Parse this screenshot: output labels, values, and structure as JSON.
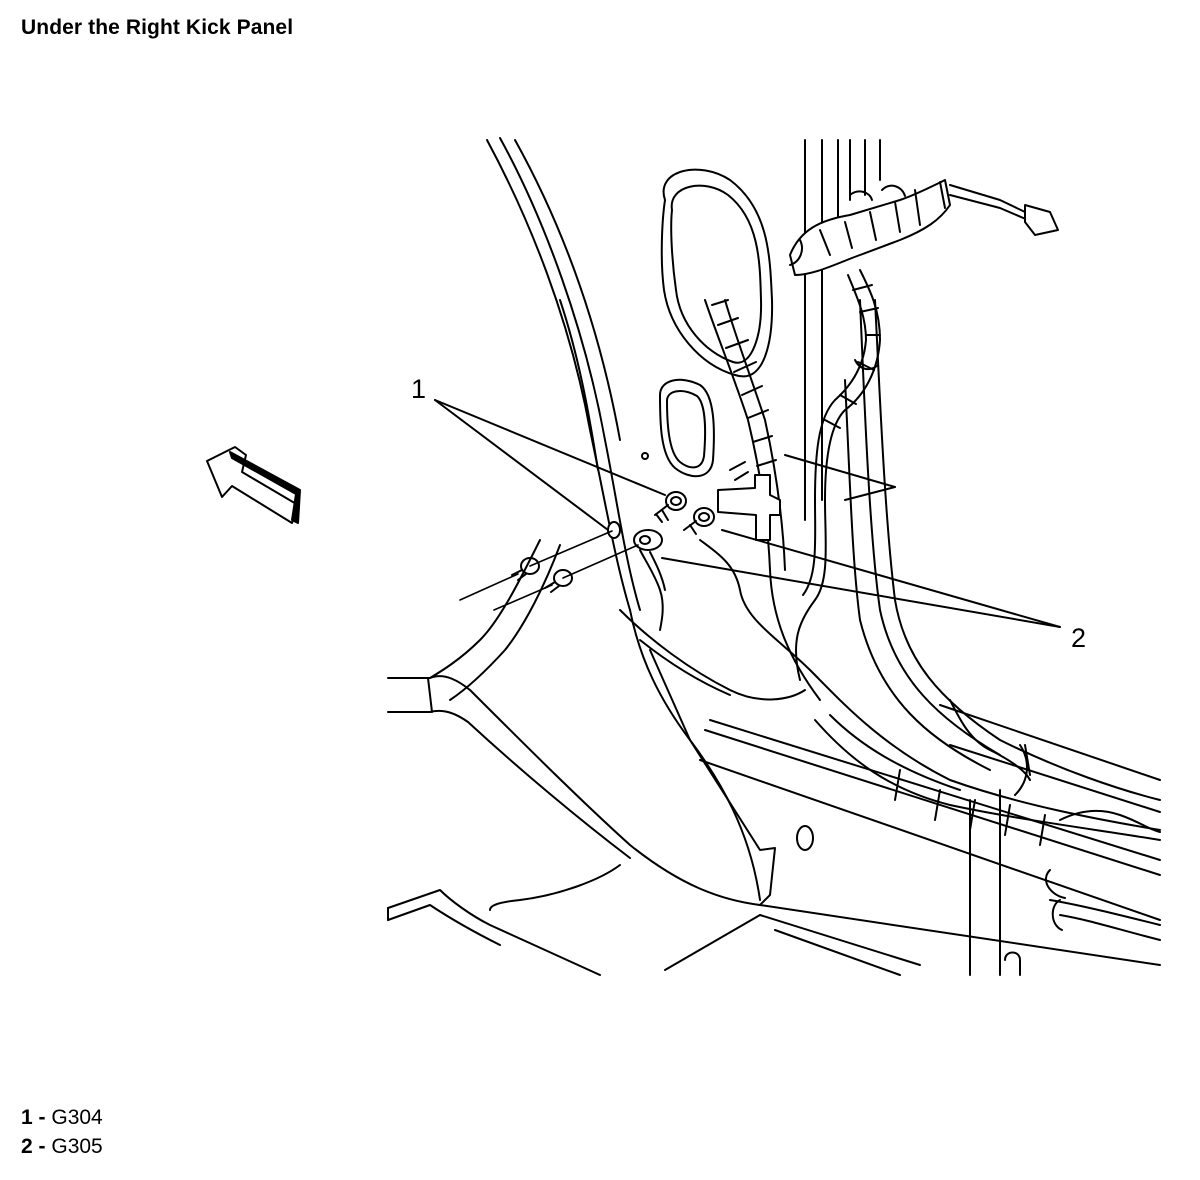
{
  "title": "Under the Right Kick Panel",
  "callouts": [
    {
      "label": "1"
    },
    {
      "label": "2"
    }
  ],
  "legend": [
    {
      "num": "1",
      "sep": " - ",
      "text": "G304"
    },
    {
      "num": "2",
      "sep": " - ",
      "text": "G305"
    }
  ],
  "icons": {
    "direction_arrow": "forward-arrow-icon"
  }
}
